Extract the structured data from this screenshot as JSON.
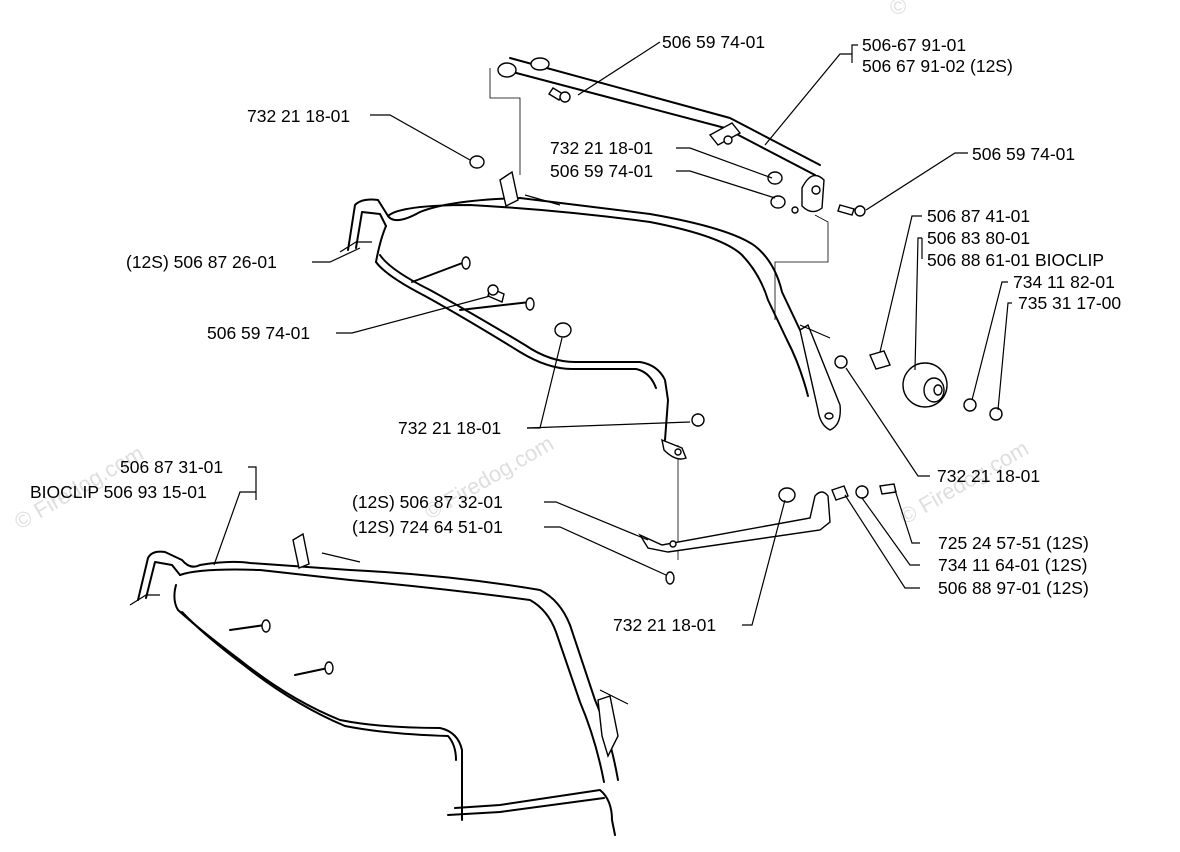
{
  "labels": {
    "l1": "506 59 74-01",
    "l2": "506-67 91-01",
    "l3": "506 67 91-02 (12S)",
    "l4": "732 21 18-01",
    "l5": "732 21 18-01",
    "l6": "506 59 74-01",
    "l7": "506 59 74-01",
    "l8": "506 87 41-01",
    "l9": "506 83 80-01",
    "l10": "506 88 61-01 BIOCLIP",
    "l11": "734 11 82-01",
    "l12": "735 31 17-00",
    "l13": "(12S) 506 87 26-01",
    "l14": "506 59 74-01",
    "l15": "732 21 18-01",
    "l16": "732 21 18-01",
    "l17": "506 87 31-01",
    "l18": "BIOCLIP 506 93 15-01",
    "l19": "(12S) 506 87 32-01",
    "l20": "(12S) 724 64 51-01",
    "l21": "725 24 57-51 (12S)",
    "l22": "734 11 64-01 (12S)",
    "l23": "506 88 97-01 (12S)",
    "l24": "732 21 18-01"
  },
  "watermarks": {
    "w1": "© Firedog.com",
    "w2": "© Firedog.com",
    "w3": "© Firedog.com",
    "w4": "©"
  }
}
